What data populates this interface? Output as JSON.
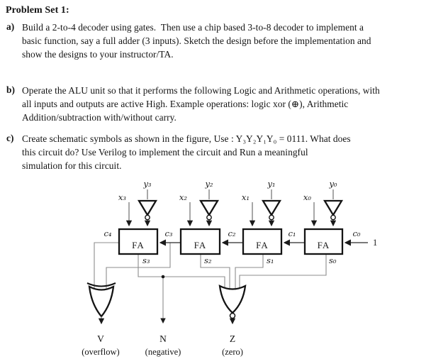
{
  "document": {
    "title": "Problem Set 1:",
    "items": [
      {
        "marker": "a)",
        "text": "Build a 2-to-4 decoder using gates.  Then use a chip based 3-to-8 decoder to implement a\nbasic function, say a full adder (3 inputs). Sketch the design before the implementation and\nshow the designs to your instructor/TA."
      },
      {
        "marker": "b)",
        "text": "Operate the ALU unit so that it performs the following Logic and Arithmetic operations, with\nall inputs and outputs are active High. Example operations: logic xor (⊕), Arithmetic\nAddition/subtraction with/without carry."
      },
      {
        "marker": "c)",
        "text": "Create schematic symbols as shown in the figure, Use : Y₃Y₂Y₁Y₀ = 0111. What does\nthis circuit do? Use Verilog to implement the circuit and Run a meaningful\nsimulation for this circuit."
      }
    ]
  },
  "diagram": {
    "fa_label": "FA",
    "y_inputs": [
      "y₃",
      "y₂",
      "y₁",
      "y₀"
    ],
    "x_inputs": [
      "x₃",
      "x₂",
      "x₁",
      "x₀"
    ],
    "carries": [
      "c₄",
      "c₃",
      "c₂",
      "c₁",
      "c₀"
    ],
    "sums": [
      "s₃",
      "s₂",
      "s₁",
      "s₀"
    ],
    "carry_in_value": "1",
    "outputs": [
      {
        "symbol": "V",
        "name": "(overflow)"
      },
      {
        "symbol": "N",
        "name": "(negative)"
      },
      {
        "symbol": "Z",
        "name": "(zero)"
      }
    ],
    "wire_color": "#8c8c8c",
    "ink_color": "#141414"
  }
}
